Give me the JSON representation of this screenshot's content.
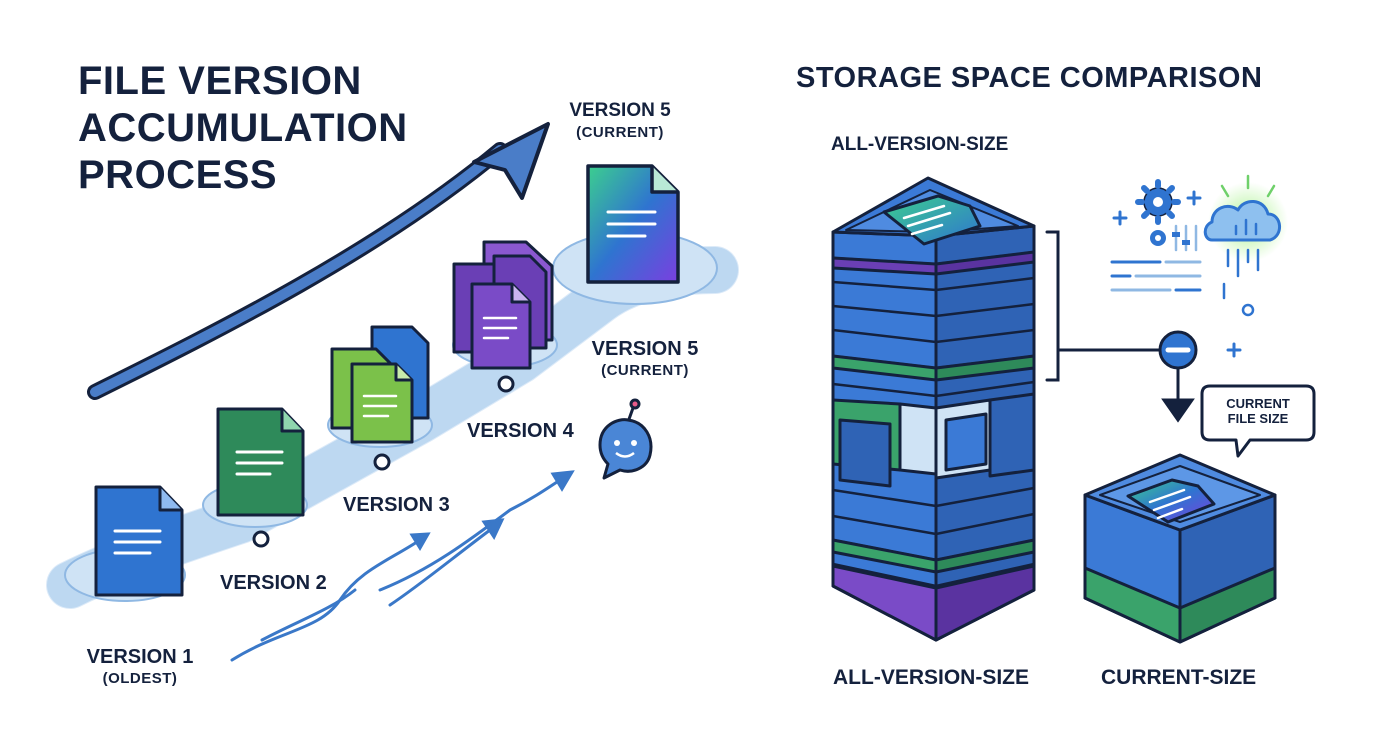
{
  "left": {
    "title": "FILE VERSION ACCUMULATION PROCESS",
    "versions": [
      {
        "label": "VERSION 1",
        "note": "(OLDEST)",
        "color": "#2f74d0"
      },
      {
        "label": "VERSION 2",
        "color": "#2e8a5a"
      },
      {
        "label": "VERSION 3",
        "color": "#7bc14a"
      },
      {
        "label": "VERSION 4",
        "color": "#6a3fb5"
      },
      {
        "label": "VERSION 5",
        "note": "(CURRENT)",
        "color": "#5e4fd8"
      }
    ],
    "top_current_label": "VERSION 5",
    "top_current_note": "(CURRENT)"
  },
  "right": {
    "title": "STORAGE SPACE COMPARISON",
    "top_label": "ALL-VERSION-SIZE",
    "bottom_left_label": "ALL-VERSION-SIZE",
    "bottom_right_label": "CURRENT-SIZE",
    "bubble_line1": "CURRENT",
    "bubble_line2": "FILE SIZE",
    "minus_symbol": "−"
  },
  "colors": {
    "navy": "#14213d",
    "blue": "#2f74d0",
    "light_blue": "#cfe3f5",
    "green": "#3aa36b",
    "purple": "#6a3fb5"
  }
}
